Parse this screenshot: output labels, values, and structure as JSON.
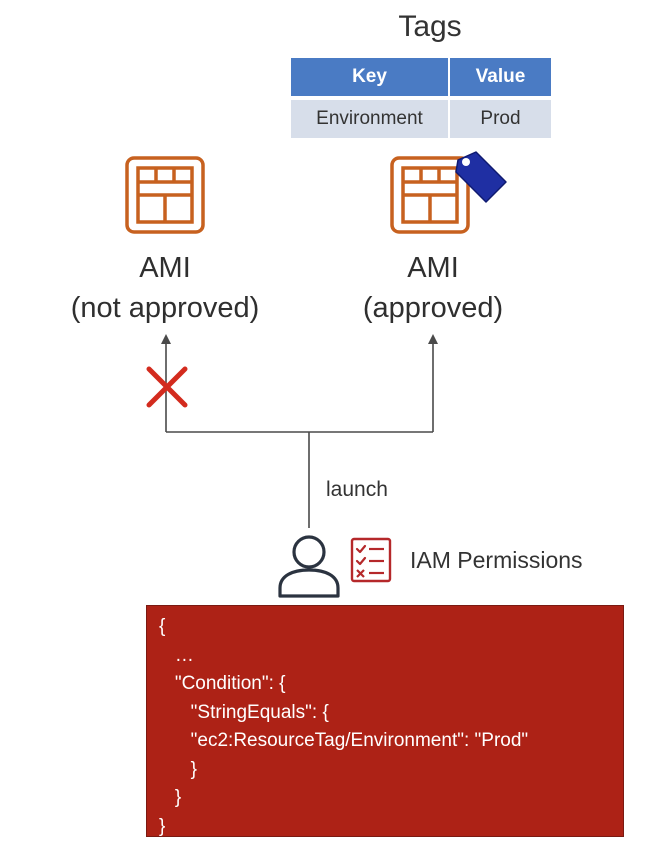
{
  "tags": {
    "title": "Tags",
    "columns": [
      "Key",
      "Value"
    ],
    "rows": [
      [
        "Environment",
        "Prod"
      ]
    ]
  },
  "ami_left": {
    "line1": "AMI",
    "line2": "(not approved)"
  },
  "ami_right": {
    "line1": "AMI",
    "line2": "(approved)"
  },
  "launch_label": "launch",
  "iam_label": "IAM Permissions",
  "policy_lines": [
    "{",
    "   …",
    "   \"Condition\": {",
    "      \"StringEquals\": {",
    "      \"ec2:ResourceTag/Environment\": \"Prod\"",
    "      }",
    "   }",
    "}"
  ],
  "colors": {
    "ami_icon": "#c7611f",
    "tag_icon": "#1f2fa3",
    "deny_x": "#d32b1e",
    "table_header": "#4a7bc4",
    "table_cell": "#d7deea",
    "policy_bg": "#ad2216",
    "iam_icon": "#b5282a",
    "line": "#4a4a4a"
  },
  "icons": {
    "ami": "ami-grid-icon",
    "tag": "price-tag-icon",
    "deny": "red-x-icon",
    "user": "user-icon",
    "permissions": "checklist-icon"
  }
}
